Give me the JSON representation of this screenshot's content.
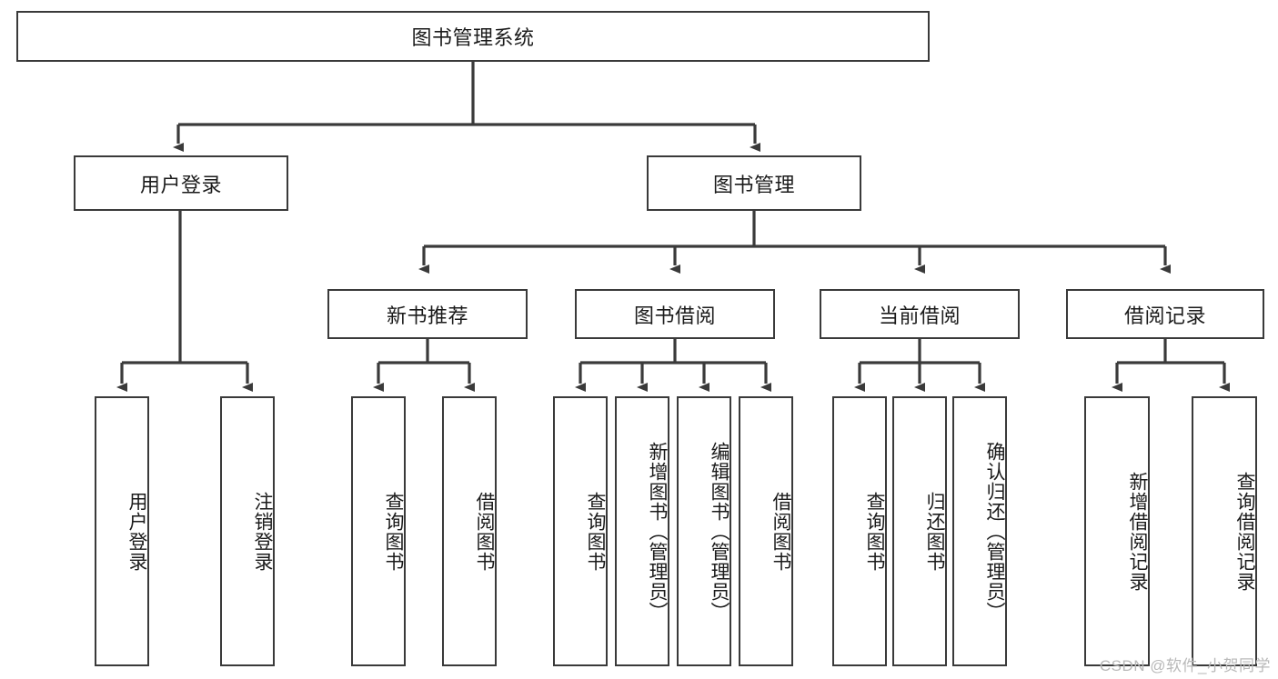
{
  "diagram": {
    "type": "tree",
    "title": "图书管理系统",
    "theme": {
      "stroke": "#3a3a3a",
      "fill": "#ffffff",
      "text": "#1b1b1b",
      "watermark_color": "#b9b9b9"
    },
    "root": {
      "id": "root",
      "label": "图书管理系统",
      "orientation": "horizontal"
    },
    "level2": [
      {
        "id": "user-login",
        "label": "用户登录",
        "orientation": "horizontal"
      },
      {
        "id": "book-management",
        "label": "图书管理",
        "orientation": "horizontal"
      }
    ],
    "level3": [
      {
        "id": "new-book-recommend",
        "label": "新书推荐",
        "orientation": "horizontal",
        "parent": "book-management"
      },
      {
        "id": "book-borrow",
        "label": "图书借阅",
        "orientation": "horizontal",
        "parent": "book-management"
      },
      {
        "id": "current-borrow",
        "label": "当前借阅",
        "orientation": "horizontal",
        "parent": "book-management"
      },
      {
        "id": "borrow-record",
        "label": "借阅记录",
        "orientation": "horizontal",
        "parent": "book-management"
      }
    ],
    "leaves": [
      {
        "id": "leaf-user-login",
        "label": "用户登录",
        "parent": "user-login",
        "orientation": "vertical"
      },
      {
        "id": "leaf-logout",
        "label": "注销登录",
        "parent": "user-login",
        "orientation": "vertical"
      },
      {
        "id": "leaf-query-book-1",
        "label": "查询图书",
        "parent": "new-book-recommend",
        "orientation": "vertical"
      },
      {
        "id": "leaf-borrow-book-1",
        "label": "借阅图书",
        "parent": "new-book-recommend",
        "orientation": "vertical"
      },
      {
        "id": "leaf-query-book-2",
        "label": "查询图书",
        "parent": "book-borrow",
        "orientation": "vertical"
      },
      {
        "id": "leaf-add-book",
        "label": "新增图书（管理员）",
        "parent": "book-borrow",
        "orientation": "vertical"
      },
      {
        "id": "leaf-edit-book",
        "label": "编辑图书（管理员）",
        "parent": "book-borrow",
        "orientation": "vertical"
      },
      {
        "id": "leaf-borrow-book-2",
        "label": "借阅图书",
        "parent": "book-borrow",
        "orientation": "vertical"
      },
      {
        "id": "leaf-query-book-3",
        "label": "查询图书",
        "parent": "current-borrow",
        "orientation": "vertical"
      },
      {
        "id": "leaf-return-book",
        "label": "归还图书",
        "parent": "current-borrow",
        "orientation": "vertical"
      },
      {
        "id": "leaf-confirm-return",
        "label": "确认归还（管理员）",
        "parent": "current-borrow",
        "orientation": "vertical"
      },
      {
        "id": "leaf-add-record",
        "label": "新增借阅记录",
        "parent": "borrow-record",
        "orientation": "vertical"
      },
      {
        "id": "leaf-query-record",
        "label": "查询借阅记录",
        "parent": "borrow-record",
        "orientation": "vertical"
      }
    ]
  },
  "watermark": {
    "text": "CSDN @软件_小贺同学"
  }
}
